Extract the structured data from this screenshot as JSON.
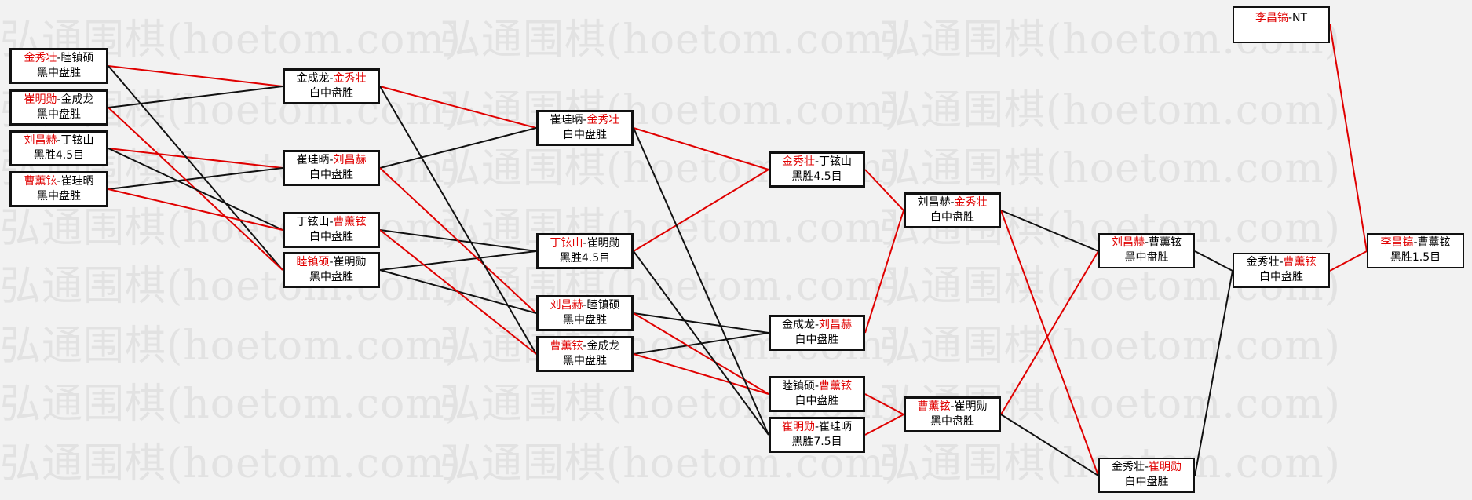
{
  "watermark": "弘通围棋(hoetom.com)",
  "colors": {
    "winner": "#e00000",
    "loser_line": "#111111",
    "winner_line": "#e00000"
  },
  "matches": {
    "r1_1": {
      "p1": "金秀壮",
      "sep": "-",
      "p2": "睦镇硕",
      "result": "黑中盘胜",
      "winner": 1
    },
    "r1_2": {
      "p1": "崔明勋",
      "sep": "-",
      "p2": "金成龙",
      "result": "黑中盘胜",
      "winner": 1
    },
    "r1_3": {
      "p1": "刘昌赫",
      "sep": "-",
      "p2": "丁铉山",
      "result": "黑胜4.5目",
      "winner": 1
    },
    "r1_4": {
      "p1": "曹薰铉",
      "sep": "-",
      "p2": "崔珪昞",
      "result": "黑中盘胜",
      "winner": 1
    },
    "r2_1": {
      "p1": "金成龙",
      "sep": "-",
      "p2": "金秀壮",
      "result": "白中盘胜",
      "winner": 2
    },
    "r2_2": {
      "p1": "崔珪昞",
      "sep": "-",
      "p2": "刘昌赫",
      "result": "白中盘胜",
      "winner": 2
    },
    "r2_3": {
      "p1": "丁铉山",
      "sep": "-",
      "p2": "曹薰铉",
      "result": "白中盘胜",
      "winner": 2
    },
    "r2_4": {
      "p1": "睦镇硕",
      "sep": "-",
      "p2": "崔明勋",
      "result": "黑中盘胜",
      "winner": 1
    },
    "r3_1": {
      "p1": "崔珪昞",
      "sep": "-",
      "p2": "金秀壮",
      "result": "白中盘胜",
      "winner": 2
    },
    "r3_2": {
      "p1": "丁铉山",
      "sep": "-",
      "p2": "崔明勋",
      "result": "黑胜4.5目",
      "winner": 1
    },
    "r3_3": {
      "p1": "刘昌赫",
      "sep": "-",
      "p2": "睦镇硕",
      "result": "黑中盘胜",
      "winner": 1
    },
    "r3_4": {
      "p1": "曹薰铉",
      "sep": "-",
      "p2": "金成龙",
      "result": "黑中盘胜",
      "winner": 1
    },
    "r4_1": {
      "p1": "金秀壮",
      "sep": "-",
      "p2": "丁铉山",
      "result": "黑胜4.5目",
      "winner": 1
    },
    "r4_2": {
      "p1": "金成龙",
      "sep": "-",
      "p2": "刘昌赫",
      "result": "白中盘胜",
      "winner": 2
    },
    "r4_3": {
      "p1": "睦镇硕",
      "sep": "-",
      "p2": "曹薰铉",
      "result": "白中盘胜",
      "winner": 2
    },
    "r4_4": {
      "p1": "崔明勋",
      "sep": "-",
      "p2": "崔珪昞",
      "result": "黑胜7.5目",
      "winner": 1
    },
    "r5_1": {
      "p1": "刘昌赫",
      "sep": "-",
      "p2": "金秀壮",
      "result": "白中盘胜",
      "winner": 2
    },
    "r5_2": {
      "p1": "曹薰铉",
      "sep": "-",
      "p2": "崔明勋",
      "result": "黑中盘胜",
      "winner": 1
    },
    "r6_1": {
      "p1": "刘昌赫",
      "sep": "-",
      "p2": "曹薰铉",
      "result": "黑中盘胜",
      "winner": 1
    },
    "r6_2": {
      "p1": "金秀壮",
      "sep": "-",
      "p2": "崔明勋",
      "result": "白中盘胜",
      "winner": 2
    },
    "r7_1": {
      "p1": "金秀壮",
      "sep": "-",
      "p2": "曹薰铉",
      "result": "白中盘胜",
      "winner": 2
    },
    "final": {
      "p1": "李昌镐",
      "sep": "-",
      "p2": "曹薰铉",
      "result": "黑胜1.5目",
      "winner": 1
    },
    "seed": {
      "p1": "李昌镐",
      "sep": "-",
      "p2": "NT",
      "result": "",
      "winner": 1
    }
  }
}
